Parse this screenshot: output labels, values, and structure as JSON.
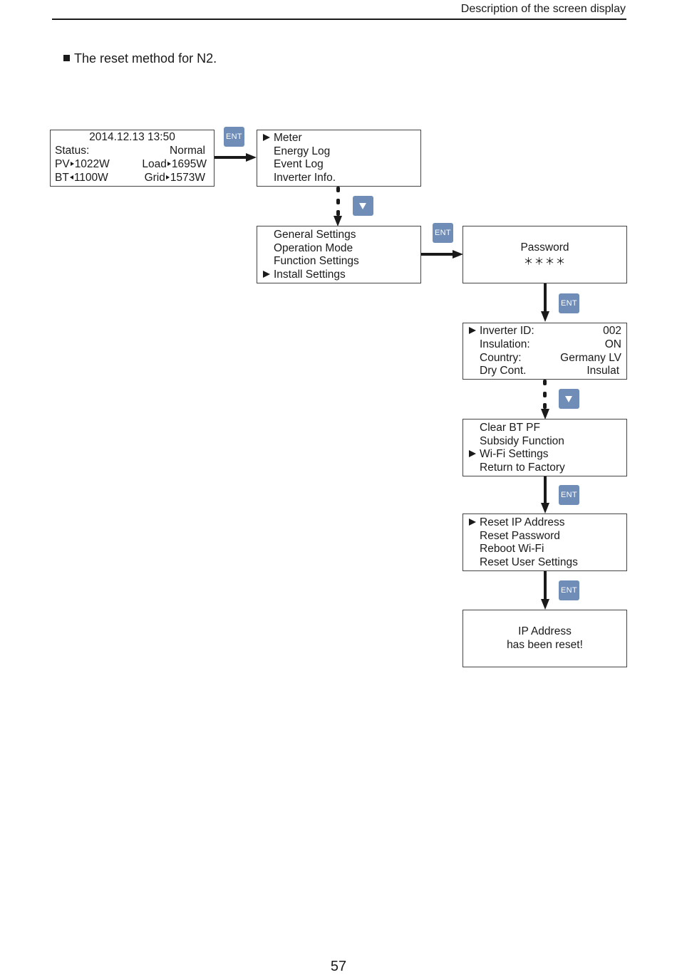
{
  "header": {
    "title": "Description of the screen display"
  },
  "section": {
    "title": "The reset method for N2."
  },
  "keys": {
    "ent": "ENT"
  },
  "status_screen": {
    "datetime": "2014.12.13 13:50",
    "status_label": "Status:",
    "status_value": "Normal",
    "pv": "PV",
    "pv_value": "1022W",
    "load": "Load",
    "load_value": "1695W",
    "bt": "BT",
    "bt_value": "1100W",
    "grid": "Grid",
    "grid_value": "1573W"
  },
  "main_menu": {
    "items": [
      "Meter",
      "Energy Log",
      "Event Log",
      "Inverter Info."
    ],
    "selected": 0
  },
  "settings_menu": {
    "items": [
      "General Settings",
      "Operation Mode",
      "Function Settings",
      "Install Settings"
    ],
    "selected": 3
  },
  "password_screen": {
    "label": "Password",
    "mask": "＊＊＊＊"
  },
  "install_screen": {
    "rows": [
      {
        "label": "Inverter ID:",
        "value": "002"
      },
      {
        "label": "Insulation:",
        "value": "ON"
      },
      {
        "label": "Country:",
        "value": "Germany LV"
      },
      {
        "label": "Dry Cont.",
        "value": "Insulat"
      }
    ],
    "selected": 0
  },
  "function_menu": {
    "items": [
      "Clear BT PF",
      "Subsidy Function",
      "Wi-Fi Settings",
      "Return to Factory"
    ],
    "selected": 2
  },
  "wifi_menu": {
    "items": [
      "Reset IP Address",
      "Reset Password",
      "Reboot Wi-Fi",
      "Reset User Settings"
    ],
    "selected": 0
  },
  "result_screen": {
    "line1": "IP Address",
    "line2": "has been reset!"
  },
  "footer": {
    "page_number": "57"
  }
}
